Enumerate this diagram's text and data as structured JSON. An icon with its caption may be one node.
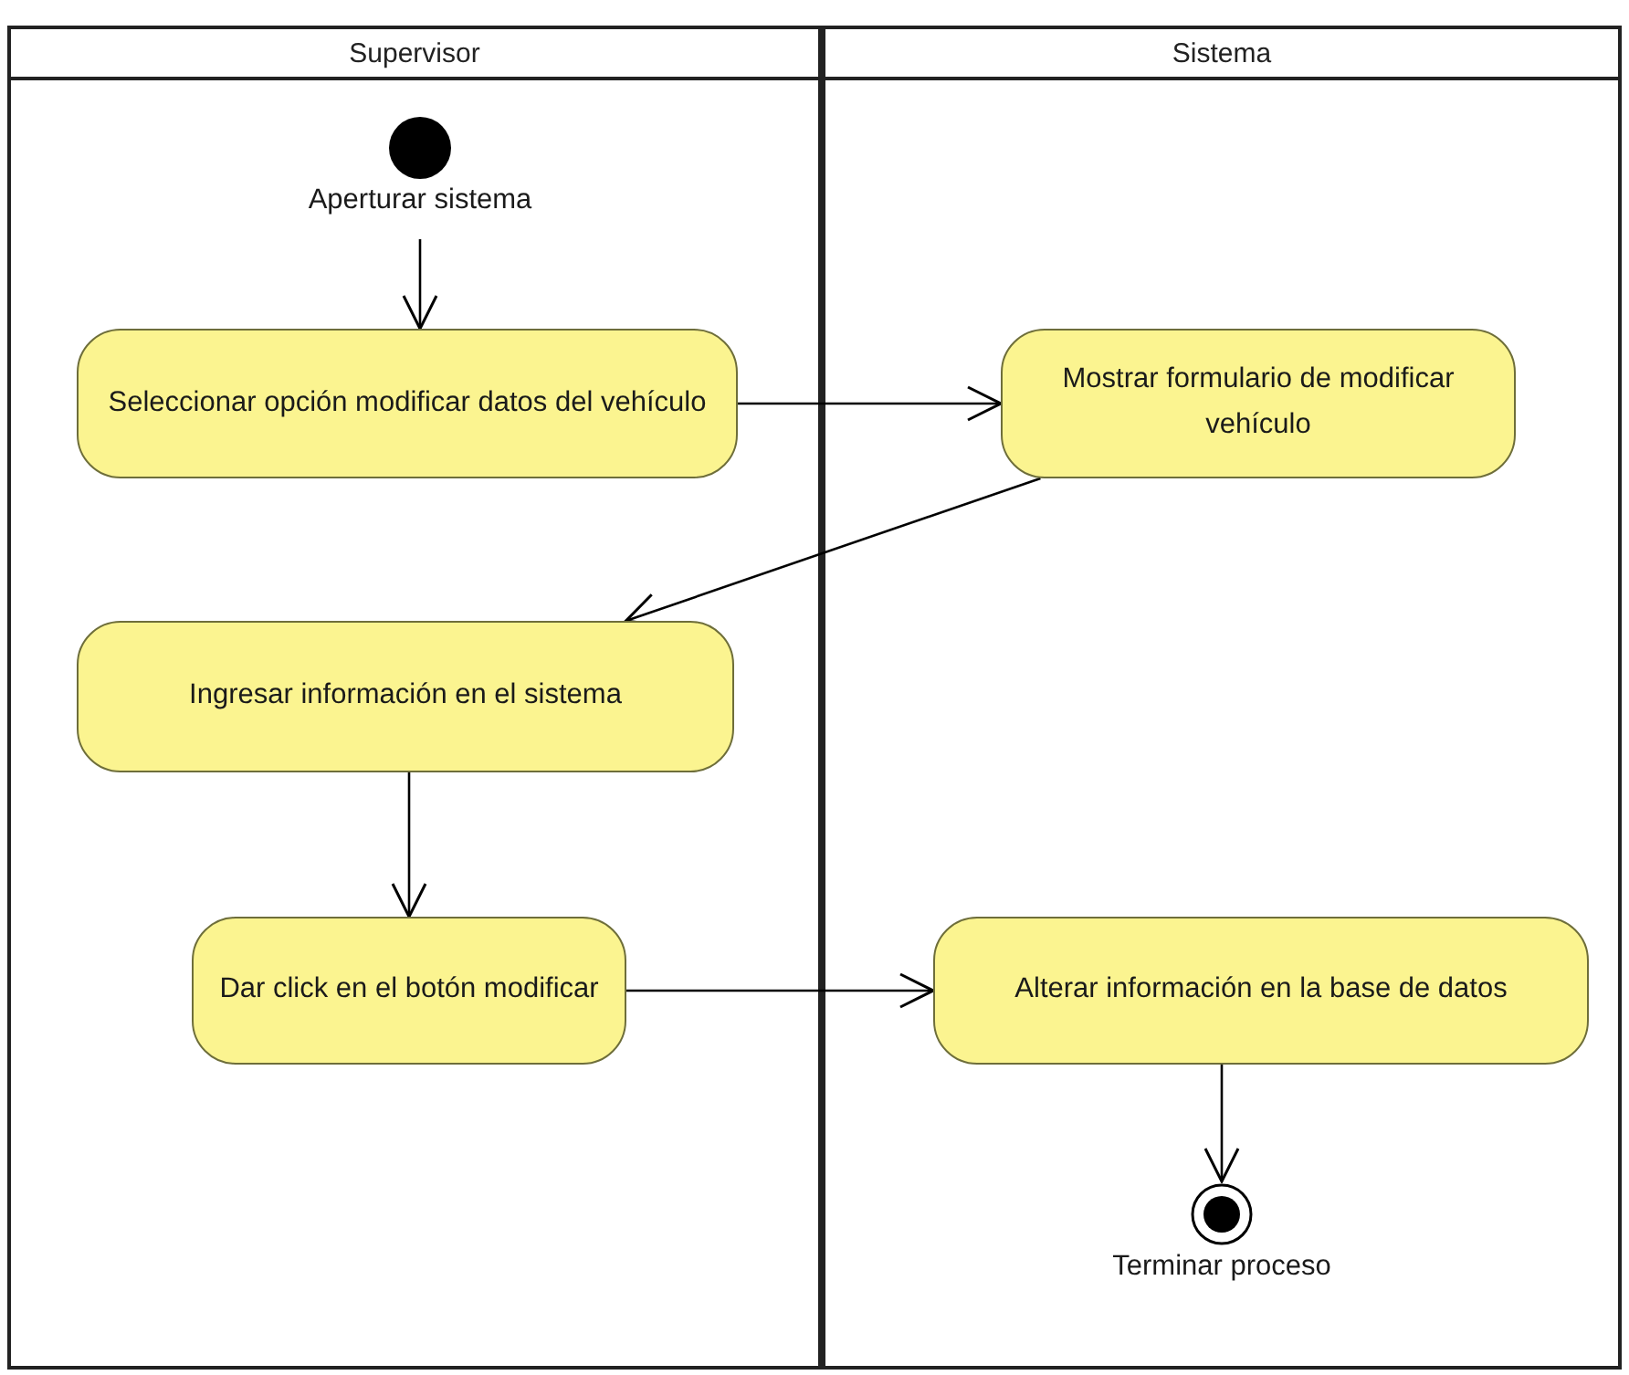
{
  "diagram": {
    "nodes": [
      {
        "text": [
          "Supervisor"
        ]
      },
      {
        "text": [
          "Sistema"
        ]
      },
      {
        "text": [],
        "shape": "circle",
        "in": 0,
        "beside": [
          "Aperturar sistema"
        ]
      },
      {
        "text": [
          "Seleccionar opción modificar datos del vehículo"
        ],
        "in": 0
      },
      {
        "text": [
          "Mostrar formulario de modificar vehículo"
        ],
        "in": 1
      },
      {
        "text": [
          "Ingresar información en el sistema"
        ],
        "in": 0
      },
      {
        "text": [
          "Dar click en el botón modificar"
        ],
        "in": 0
      },
      {
        "text": [
          "Alterar información en la base de datos"
        ],
        "in": 1
      },
      {
        "text": [],
        "shape": "circle",
        "in": 1,
        "beside": [
          "Terminar proceso"
        ]
      }
    ],
    "edges": [
      {
        "from": 2,
        "to": 3,
        "arrow": "to"
      },
      {
        "from": 3,
        "to": 4,
        "arrow": "to"
      },
      {
        "from": 4,
        "to": 5,
        "arrow": "to"
      },
      {
        "from": 5,
        "to": 6,
        "arrow": "to"
      },
      {
        "from": 6,
        "to": 7,
        "arrow": "to"
      },
      {
        "from": 7,
        "to": 8,
        "arrow": "to"
      }
    ]
  }
}
